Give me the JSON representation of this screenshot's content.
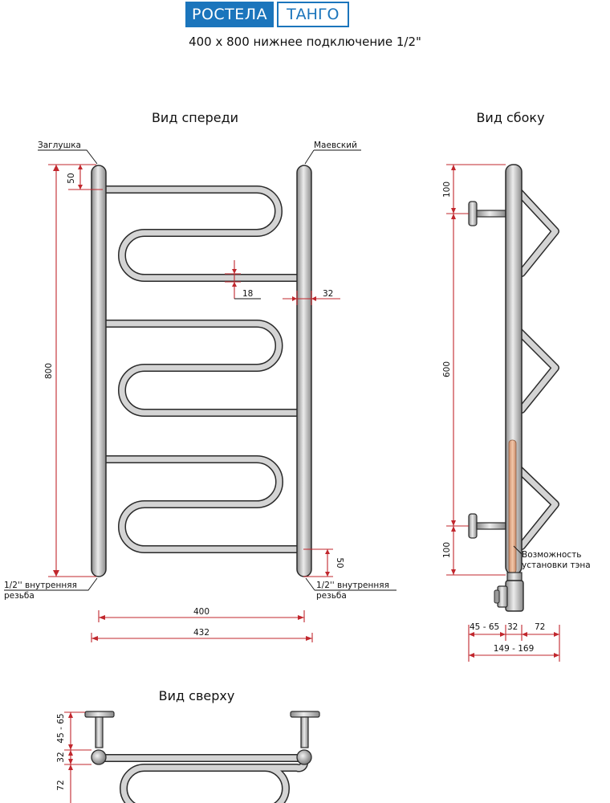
{
  "header": {
    "brand": "РОСТЕЛА",
    "model": "ТАНГО",
    "subtitle": "400 x 800 нижнее подключение 1/2\""
  },
  "views": {
    "front": {
      "title": "Вид спереди"
    },
    "side": {
      "title": "Вид сбоку"
    },
    "top": {
      "title": "Вид сверху"
    }
  },
  "labels": {
    "plug": "Заглушка",
    "mayevsky": "Маевский",
    "thread_left_1": "1/2'' внутренняя",
    "thread_left_2": "резьба",
    "thread_right_1": "1/2'' внутренняя",
    "thread_right_2": "резьба",
    "heater_1": "Возможность",
    "heater_2": "установки тэна"
  },
  "dimensions": {
    "front_50_top": "50",
    "front_800": "800",
    "front_18": "18",
    "front_32": "32",
    "front_50_bottom": "50",
    "front_400": "400",
    "front_432": "432",
    "side_100_top": "100",
    "side_600": "600",
    "side_100_bottom": "100",
    "side_45_65": "45 - 65",
    "side_32": "32",
    "side_72": "72",
    "side_149_169": "149 - 169",
    "top_45_65": "45 - 65",
    "top_32": "32",
    "top_72": "72"
  },
  "colors": {
    "brand_blue": "#1b75bc",
    "dimension_red": "#c1272d",
    "pipe_gray": "#d2d2d2",
    "heater_copper": "#e7b08e"
  }
}
